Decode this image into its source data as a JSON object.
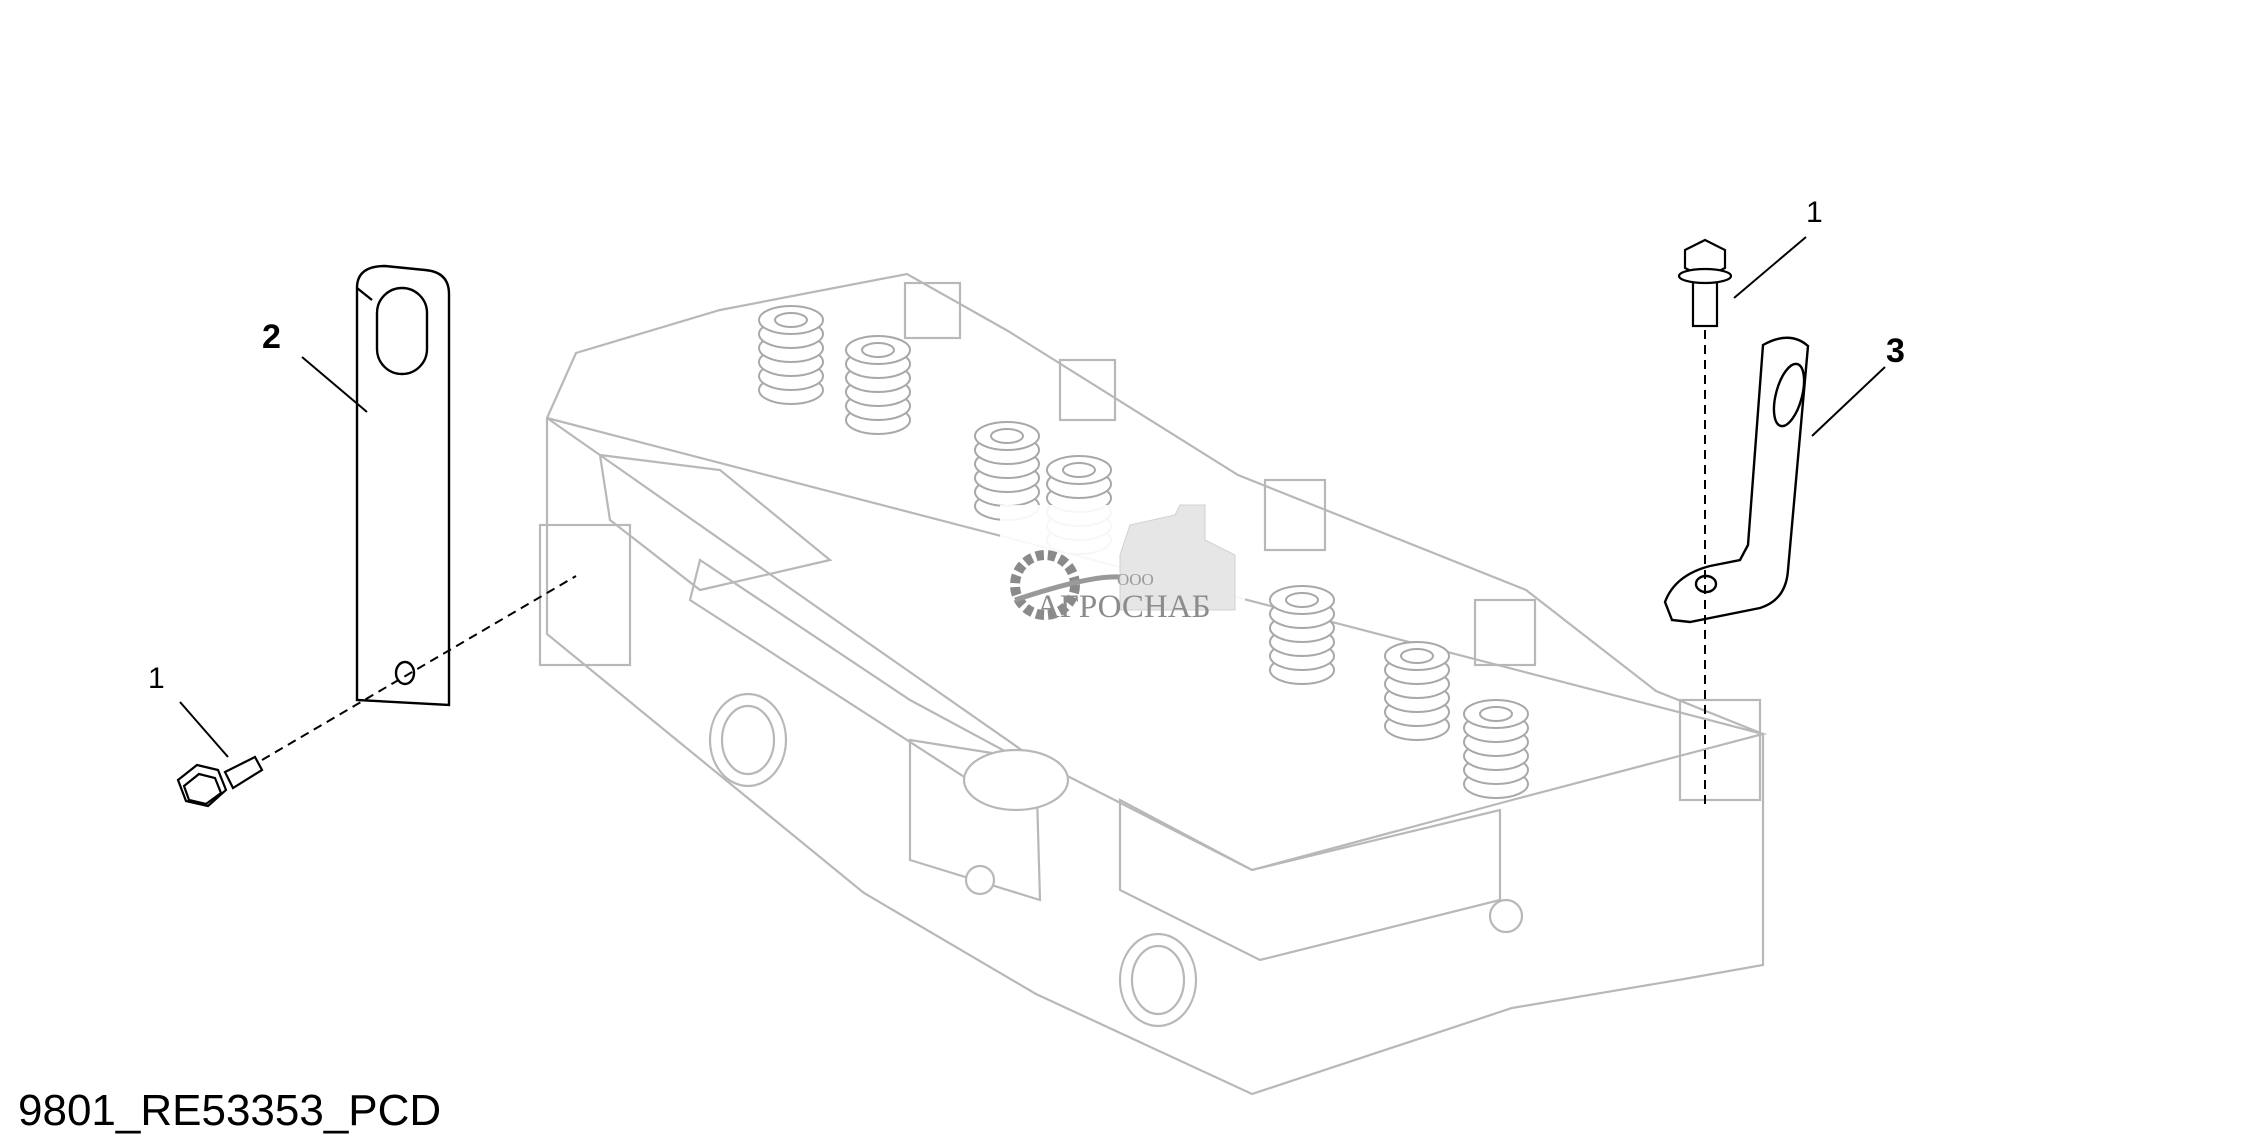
{
  "diagram": {
    "document_id": "9801_RE53353_PCD",
    "callouts": {
      "bolt_left": "1",
      "bolt_right": "1",
      "bracket_left": "2",
      "bracket_right": "3"
    },
    "watermark": {
      "prefix": "ООО",
      "name": "АГРОСНАБ"
    }
  }
}
